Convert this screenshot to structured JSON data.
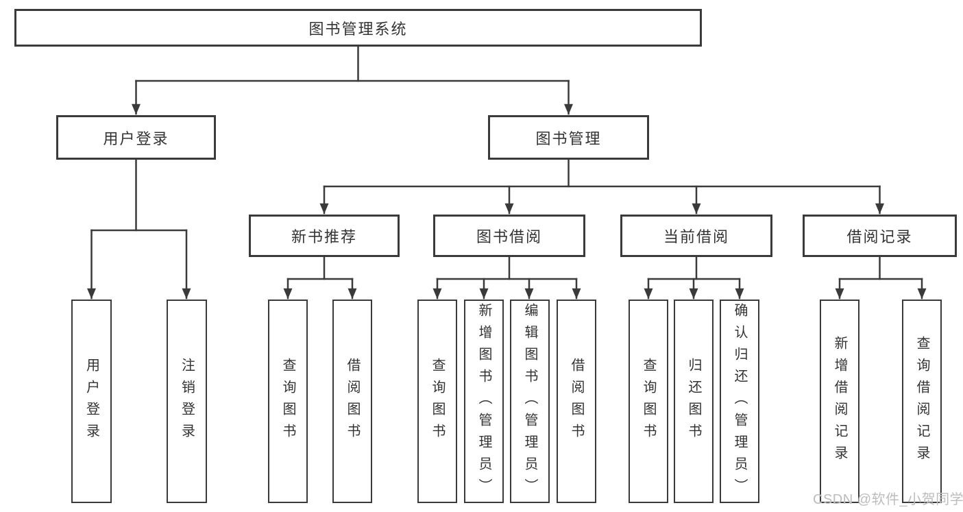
{
  "tree": {
    "label": "图书管理系统",
    "children": [
      {
        "label": "用户登录",
        "children": [
          {
            "label": "用户登录"
          },
          {
            "label": "注销登录"
          }
        ]
      },
      {
        "label": "图书管理",
        "children": [
          {
            "label": "新书推荐",
            "children": [
              {
                "label": "查询图书"
              },
              {
                "label": "借阅图书"
              }
            ]
          },
          {
            "label": "图书借阅",
            "children": [
              {
                "label": "查询图书"
              },
              {
                "label": "新增图书（管理员）"
              },
              {
                "label": "编辑图书（管理员）"
              },
              {
                "label": "借阅图书"
              }
            ]
          },
          {
            "label": "当前借阅",
            "children": [
              {
                "label": "查询图书"
              },
              {
                "label": "归还图书"
              },
              {
                "label": "确认归还（管理员）"
              }
            ]
          },
          {
            "label": "借阅记录",
            "children": [
              {
                "label": "新增借阅记录"
              },
              {
                "label": "查询借阅记录"
              }
            ]
          }
        ]
      }
    ]
  },
  "watermark": {
    "text": "CSDN @软件_小贺同学"
  },
  "colors": {
    "line": "#3a3a3a",
    "box_border": "#3a3a3a",
    "text": "#333333",
    "background": "#ffffff",
    "watermark": "#bcbcbc"
  }
}
